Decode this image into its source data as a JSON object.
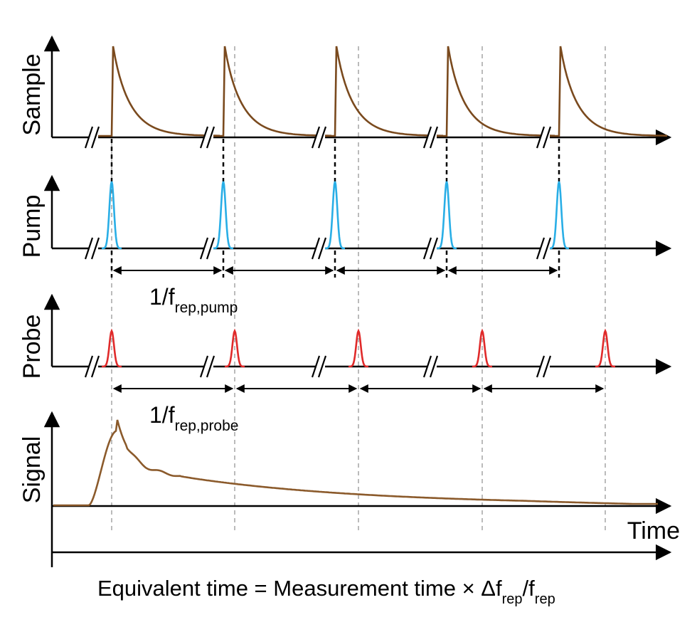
{
  "panels": [
    {
      "id": "sample",
      "label": "Sample"
    },
    {
      "id": "pump",
      "label": "Pump"
    },
    {
      "id": "probe",
      "label": "Probe"
    },
    {
      "id": "signal",
      "label": "Signal"
    }
  ],
  "annotations": {
    "pump_period_main": "1/f",
    "pump_period_sub": "rep,pump",
    "probe_period_main": "1/f",
    "probe_period_sub": "rep,probe",
    "time_label": "Time",
    "equivalent_prefix": "Equivalent time = Measurement time × Δf",
    "equivalent_sub1": "rep",
    "equivalent_slash": "/f",
    "equivalent_sub2": "rep"
  },
  "colors": {
    "sample": "#7a4a1e",
    "signal": "#8b5a2b",
    "pump": "#29aee6",
    "probe": "#e02a2a",
    "axis": "#000000"
  },
  "pulse_count": 5,
  "delay_step_fraction": 0.11
}
